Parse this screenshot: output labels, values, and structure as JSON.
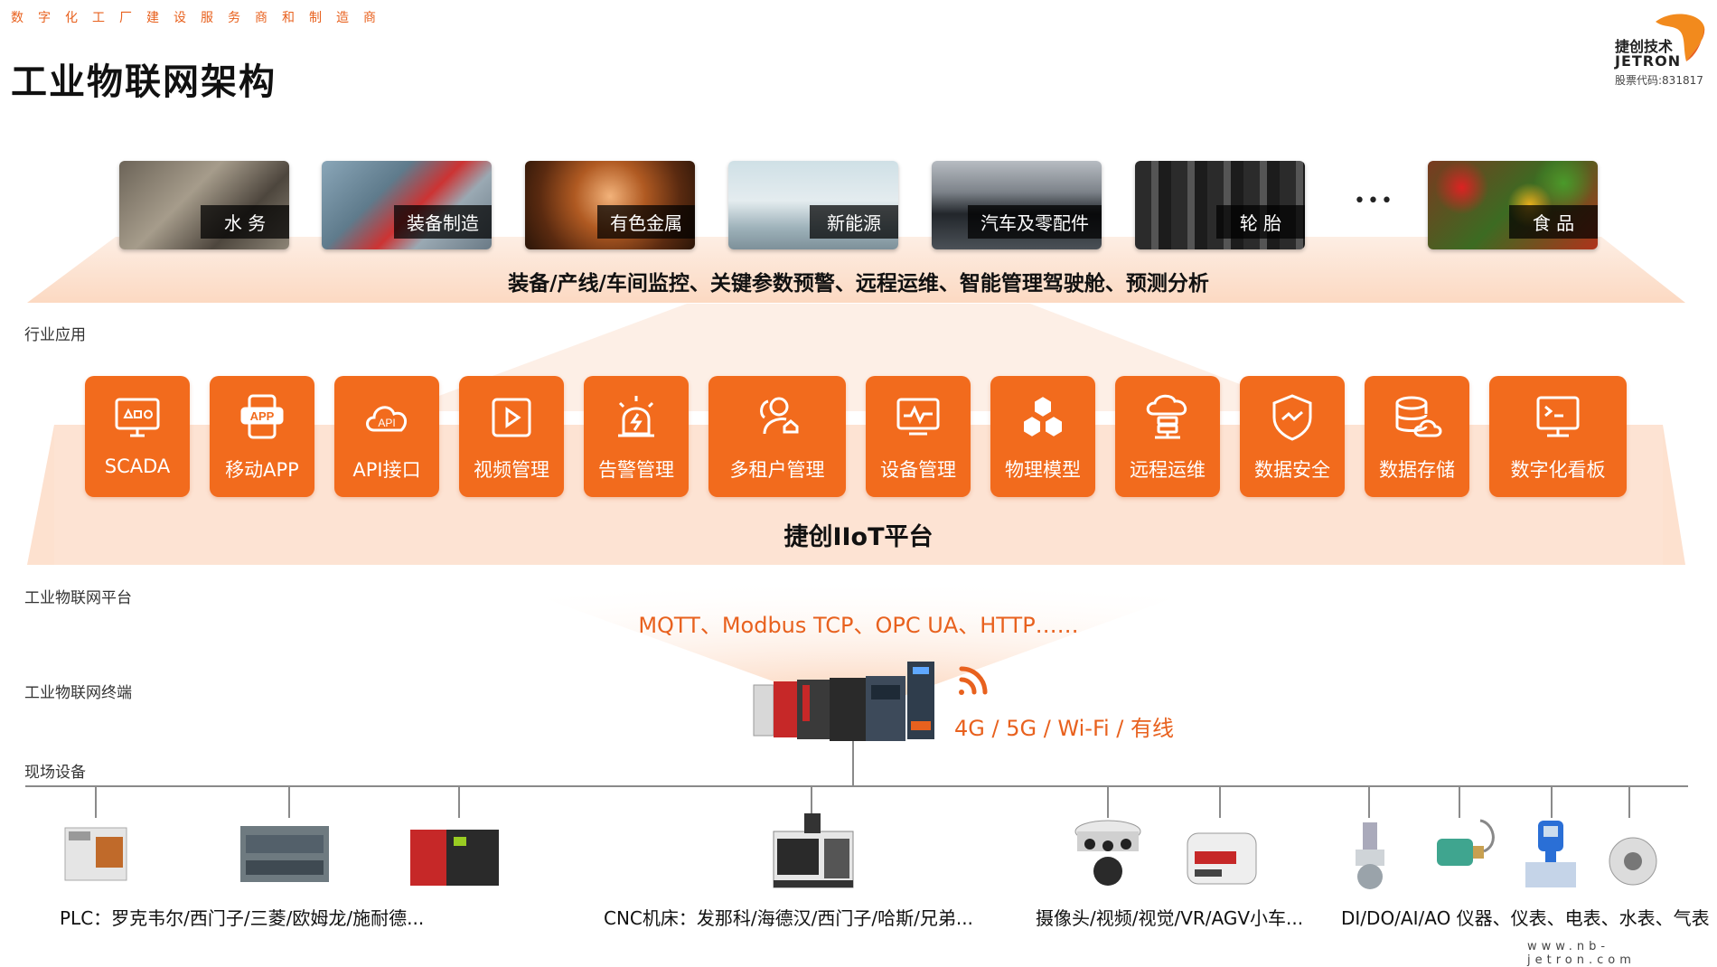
{
  "header": {
    "tagline": "数字化工厂建设服务商和制造商",
    "title": "工业物联网架构",
    "logo_cn": "捷创技术",
    "logo_en": "JETRON",
    "stock_code": "股票代码:831817"
  },
  "industries": {
    "cards": [
      "水 务",
      "装备制造",
      "有色金属",
      "新能源",
      "汽车及零配件",
      "轮 胎",
      "食 品"
    ],
    "ellipsis": "•••",
    "headline": "装备/产线/车间监控、关键参数预警、远程运维、智能管理驾驶舱、预测分析"
  },
  "layers": {
    "industry_app": "行业应用",
    "iiot_platform": "工业物联网平台",
    "iiot_terminal": "工业物联网终端",
    "field_devices": "现场设备"
  },
  "platform": {
    "tiles": [
      {
        "label": "SCADA",
        "icon": "monitor-icon"
      },
      {
        "label": "移动APP",
        "icon": "app-icon"
      },
      {
        "label": "API接口",
        "icon": "api-cloud-icon"
      },
      {
        "label": "视频管理",
        "icon": "play-icon"
      },
      {
        "label": "告警管理",
        "icon": "alarm-icon"
      },
      {
        "label": "多租户管理",
        "icon": "users-icon"
      },
      {
        "label": "设备管理",
        "icon": "device-chart-icon"
      },
      {
        "label": "物理模型",
        "icon": "cubes-icon"
      },
      {
        "label": "远程运维",
        "icon": "cloud-server-icon"
      },
      {
        "label": "数据安全",
        "icon": "shield-icon"
      },
      {
        "label": "数据存储",
        "icon": "database-cloud-icon"
      },
      {
        "label": "数字化看板",
        "icon": "terminal-icon"
      }
    ],
    "name": "捷创IIoT平台"
  },
  "connectivity": {
    "protocols": "MQTT、Modbus TCP、OPC UA、HTTP……",
    "wireless": "4G / 5G / Wi-Fi / 有线"
  },
  "devices": {
    "labels": [
      "PLC：罗克韦尔/西门子/三菱/欧姆龙/施耐德...",
      "CNC机床：发那科/海德汉/西门子/哈斯/兄弟...",
      "摄像头/视频/视觉/VR/AGV小车...",
      "DI/DO/AI/AO 仪器、仪表、电表、水表、气表"
    ]
  },
  "footer": {
    "website": "www.nb-jetron.com"
  },
  "colors": {
    "accent": "#f26b1d",
    "band": "#fde3d2"
  }
}
